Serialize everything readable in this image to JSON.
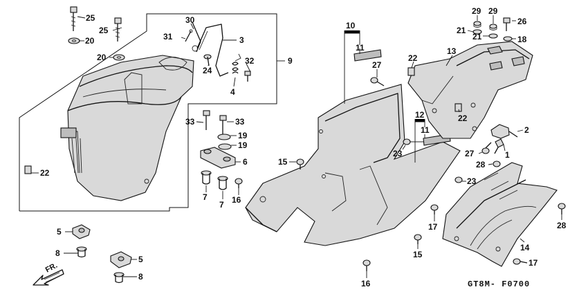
{
  "diagram_code": "GT8M- F0700",
  "direction_label": "FR.",
  "callouts": {
    "c25a": "25",
    "c25b": "25",
    "c20a": "20",
    "c20b": "20",
    "c30": "30",
    "c31": "31",
    "c3": "3",
    "c9": "9",
    "c24": "24",
    "c32": "32",
    "c4": "4",
    "c22a": "22",
    "c33a": "33",
    "c33b": "33",
    "c19a": "19",
    "c19b": "19",
    "c6": "6",
    "c7a": "7",
    "c7b": "7",
    "c16a": "16",
    "c5a": "5",
    "c8a": "8",
    "c5b": "5",
    "c8b": "8",
    "c10": "10",
    "c11a": "11",
    "c27a": "27",
    "c22b": "22",
    "c13": "13",
    "c29a": "29",
    "c29b": "29",
    "c21a": "21",
    "c21b": "21",
    "c26": "26",
    "c18": "18",
    "c12": "12",
    "c11b": "11",
    "c22c": "22",
    "c2": "2",
    "c1": "1",
    "c27b": "27",
    "c23a": "23",
    "c15a": "15",
    "c28a": "28",
    "c23b": "23",
    "c17a": "17",
    "c15b": "15",
    "c28b": "28",
    "c14": "14",
    "c17b": "17",
    "c16b": "16"
  }
}
